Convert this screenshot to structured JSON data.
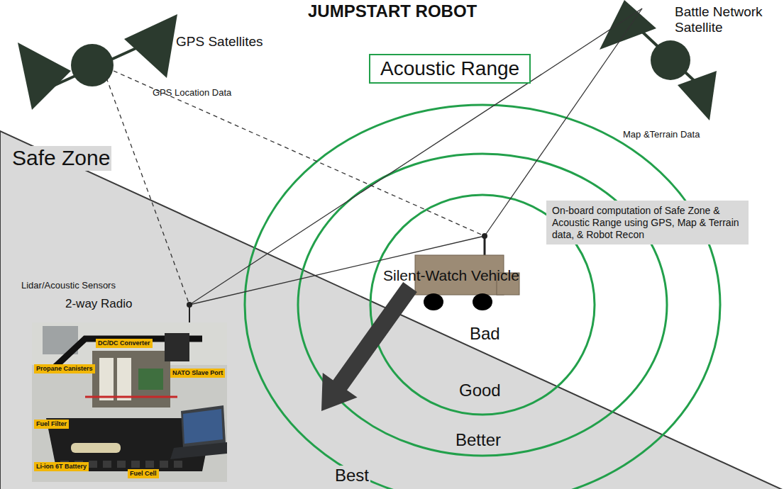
{
  "diagram": {
    "title": "JUMPSTART ROBOT",
    "nodes": [
      {
        "text": [
          "Acoustic Range"
        ]
      },
      {
        "text": [
          "On-board computation of Safe Zone & Acoustic Range using GPS, Map & Terrain data, & Robot Recon"
        ]
      }
    ],
    "labels": [
      "GPS Satellites",
      "GPS Location Data",
      "Battle Network Satellite",
      "Map &Terrain Data",
      "Safe Zone",
      "Silent-Watch Vehicle",
      "Bad",
      "Good",
      "Better",
      "Best",
      "Lidar/Acoustic Sensors",
      "2-way Radio",
      "DC/DC Converter",
      "Propane Canisters",
      "NATO Slave Port",
      "Fuel Filter",
      "Li-ion 6T Battery",
      "Fuel Cell"
    ]
  }
}
